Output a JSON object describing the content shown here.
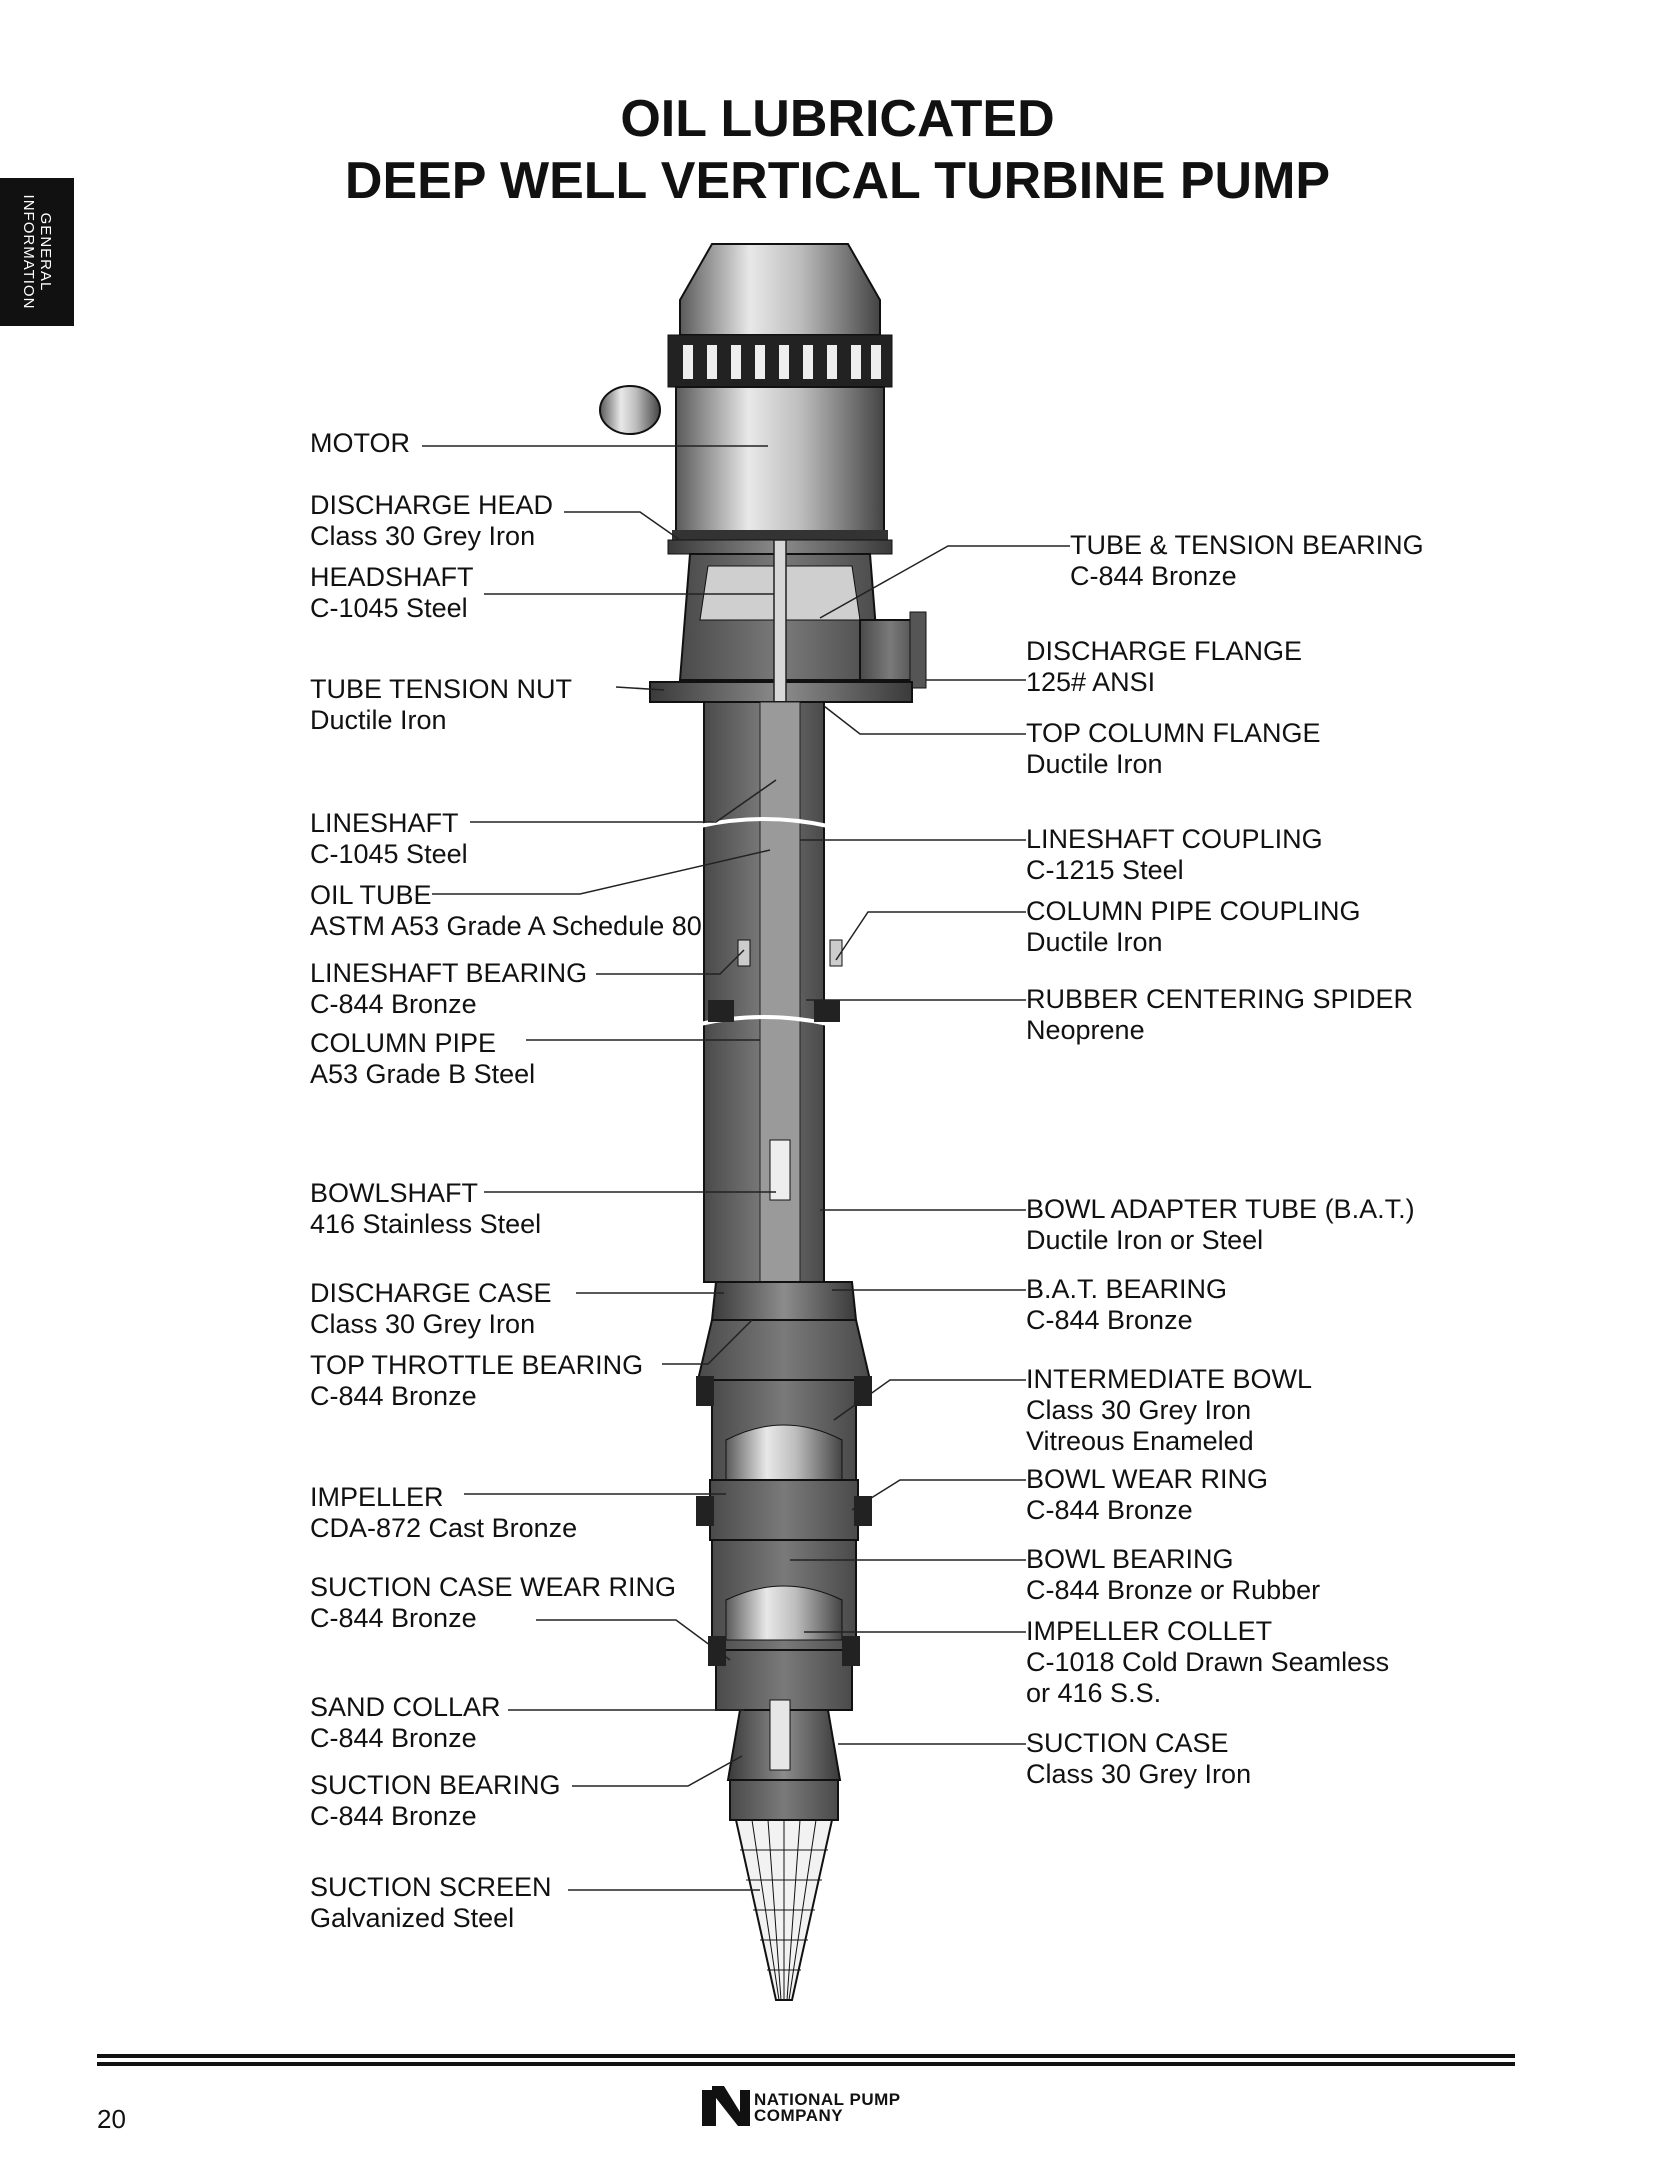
{
  "title": {
    "line1": "OIL LUBRICATED",
    "line2": "DEEP WELL VERTICAL TURBINE PUMP"
  },
  "side_tab": {
    "line1": "GENERAL",
    "line2": "INFORMATION"
  },
  "callouts_left": [
    {
      "label": "MOTOR",
      "material": ""
    },
    {
      "label": "DISCHARGE HEAD",
      "material": "Class 30 Grey Iron"
    },
    {
      "label": "HEADSHAFT",
      "material": "C-1045 Steel"
    },
    {
      "label": "TUBE TENSION NUT",
      "material": "Ductile Iron"
    },
    {
      "label": "LINESHAFT",
      "material": "C-1045 Steel"
    },
    {
      "label": "OIL TUBE",
      "material": "ASTM A53 Grade A Schedule 80"
    },
    {
      "label": "LINESHAFT BEARING",
      "material": "C-844 Bronze"
    },
    {
      "label": "COLUMN PIPE",
      "material": "A53 Grade B Steel"
    },
    {
      "label": "BOWLSHAFT",
      "material": "416 Stainless Steel"
    },
    {
      "label": "DISCHARGE CASE",
      "material": "Class 30 Grey Iron"
    },
    {
      "label": "TOP THROTTLE BEARING",
      "material": "C-844 Bronze"
    },
    {
      "label": "IMPELLER",
      "material": "CDA-872 Cast Bronze"
    },
    {
      "label": "SUCTION CASE WEAR RING",
      "material": "C-844 Bronze"
    },
    {
      "label": "SAND COLLAR",
      "material": "C-844 Bronze"
    },
    {
      "label": "SUCTION BEARING",
      "material": "C-844 Bronze"
    },
    {
      "label": "SUCTION SCREEN",
      "material": "Galvanized Steel"
    }
  ],
  "callouts_right": [
    {
      "label": "TUBE & TENSION BEARING",
      "material": "C-844 Bronze",
      "material2": ""
    },
    {
      "label": "DISCHARGE FLANGE",
      "material": "125# ANSI",
      "material2": ""
    },
    {
      "label": "TOP COLUMN FLANGE",
      "material": "Ductile Iron",
      "material2": ""
    },
    {
      "label": "LINESHAFT COUPLING",
      "material": "C-1215 Steel",
      "material2": ""
    },
    {
      "label": "COLUMN PIPE COUPLING",
      "material": "Ductile Iron",
      "material2": ""
    },
    {
      "label": "RUBBER CENTERING SPIDER",
      "material": "Neoprene",
      "material2": ""
    },
    {
      "label": "BOWL ADAPTER TUBE (B.A.T.)",
      "material": "Ductile Iron or Steel",
      "material2": ""
    },
    {
      "label": "B.A.T. BEARING",
      "material": "C-844 Bronze",
      "material2": ""
    },
    {
      "label": "INTERMEDIATE BOWL",
      "material": "Class 30 Grey Iron",
      "material2": "Vitreous Enameled"
    },
    {
      "label": "BOWL WEAR RING",
      "material": "C-844 Bronze",
      "material2": ""
    },
    {
      "label": "BOWL BEARING",
      "material": "C-844 Bronze or Rubber",
      "material2": ""
    },
    {
      "label": "IMPELLER COLLET",
      "material": "C-1018 Cold Drawn Seamless",
      "material2": "or 416 S.S."
    },
    {
      "label": "SUCTION CASE",
      "material": "Class 30 Grey Iron",
      "material2": ""
    }
  ],
  "footer": {
    "page_number": "20",
    "company_line1": "NATIONAL PUMP",
    "company_line2": "COMPANY"
  }
}
